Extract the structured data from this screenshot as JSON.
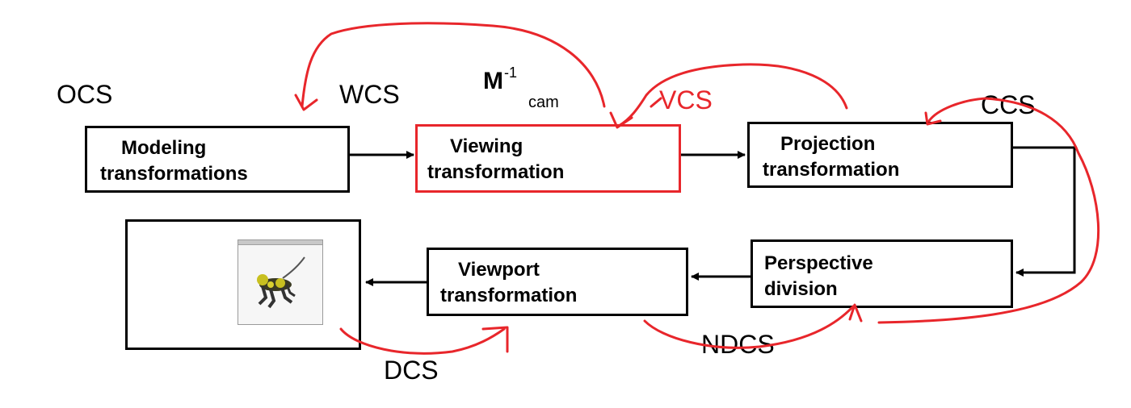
{
  "labels": {
    "ocs": "OCS",
    "wcs": "WCS",
    "vcs": "VCS",
    "ccs": "CCS",
    "ndcs": "NDCS",
    "dcs": "DCS",
    "mcam": {
      "base": "M",
      "sup": "-1",
      "sub": "cam"
    }
  },
  "boxes": {
    "modeling": {
      "line1": "Modeling",
      "line2": "transformations"
    },
    "viewing": {
      "line1": "Viewing",
      "line2": "transformation"
    },
    "projection": {
      "line1": "Projection",
      "line2": "transformation"
    },
    "perspective": {
      "line1": "Perspective",
      "line2": "division"
    },
    "viewport": {
      "line1": "Viewport",
      "line2": "transformation"
    }
  },
  "colors": {
    "annotation_red": "#e8262b",
    "line": "#000000"
  }
}
